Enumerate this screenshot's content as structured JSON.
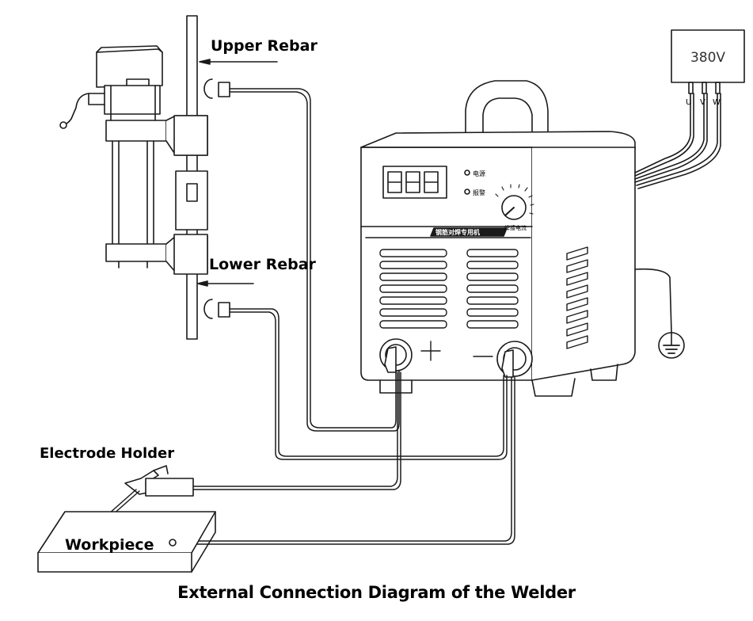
{
  "labels": {
    "upper_rebar": "Upper Rebar",
    "lower_rebar": "Lower Rebar",
    "electrode_holder": "Electrode Holder",
    "workpiece": "Workpiece",
    "supply_voltage": "380V",
    "phase_u": "U",
    "phase_v": "V",
    "phase_w": "W",
    "panel_label_1": "电源",
    "panel_label_2": "报警",
    "knob_label": "焊接电流",
    "machine_name": "钢筋对焊专用机",
    "display_digits": "888",
    "terminal_plus": "+",
    "terminal_minus": "−",
    "caption": "External Connection Diagram of the Welder"
  },
  "colors": {
    "line": "#1a1a1a",
    "background": "#ffffff"
  },
  "icons": {
    "ground": "ground-symbol-icon"
  }
}
